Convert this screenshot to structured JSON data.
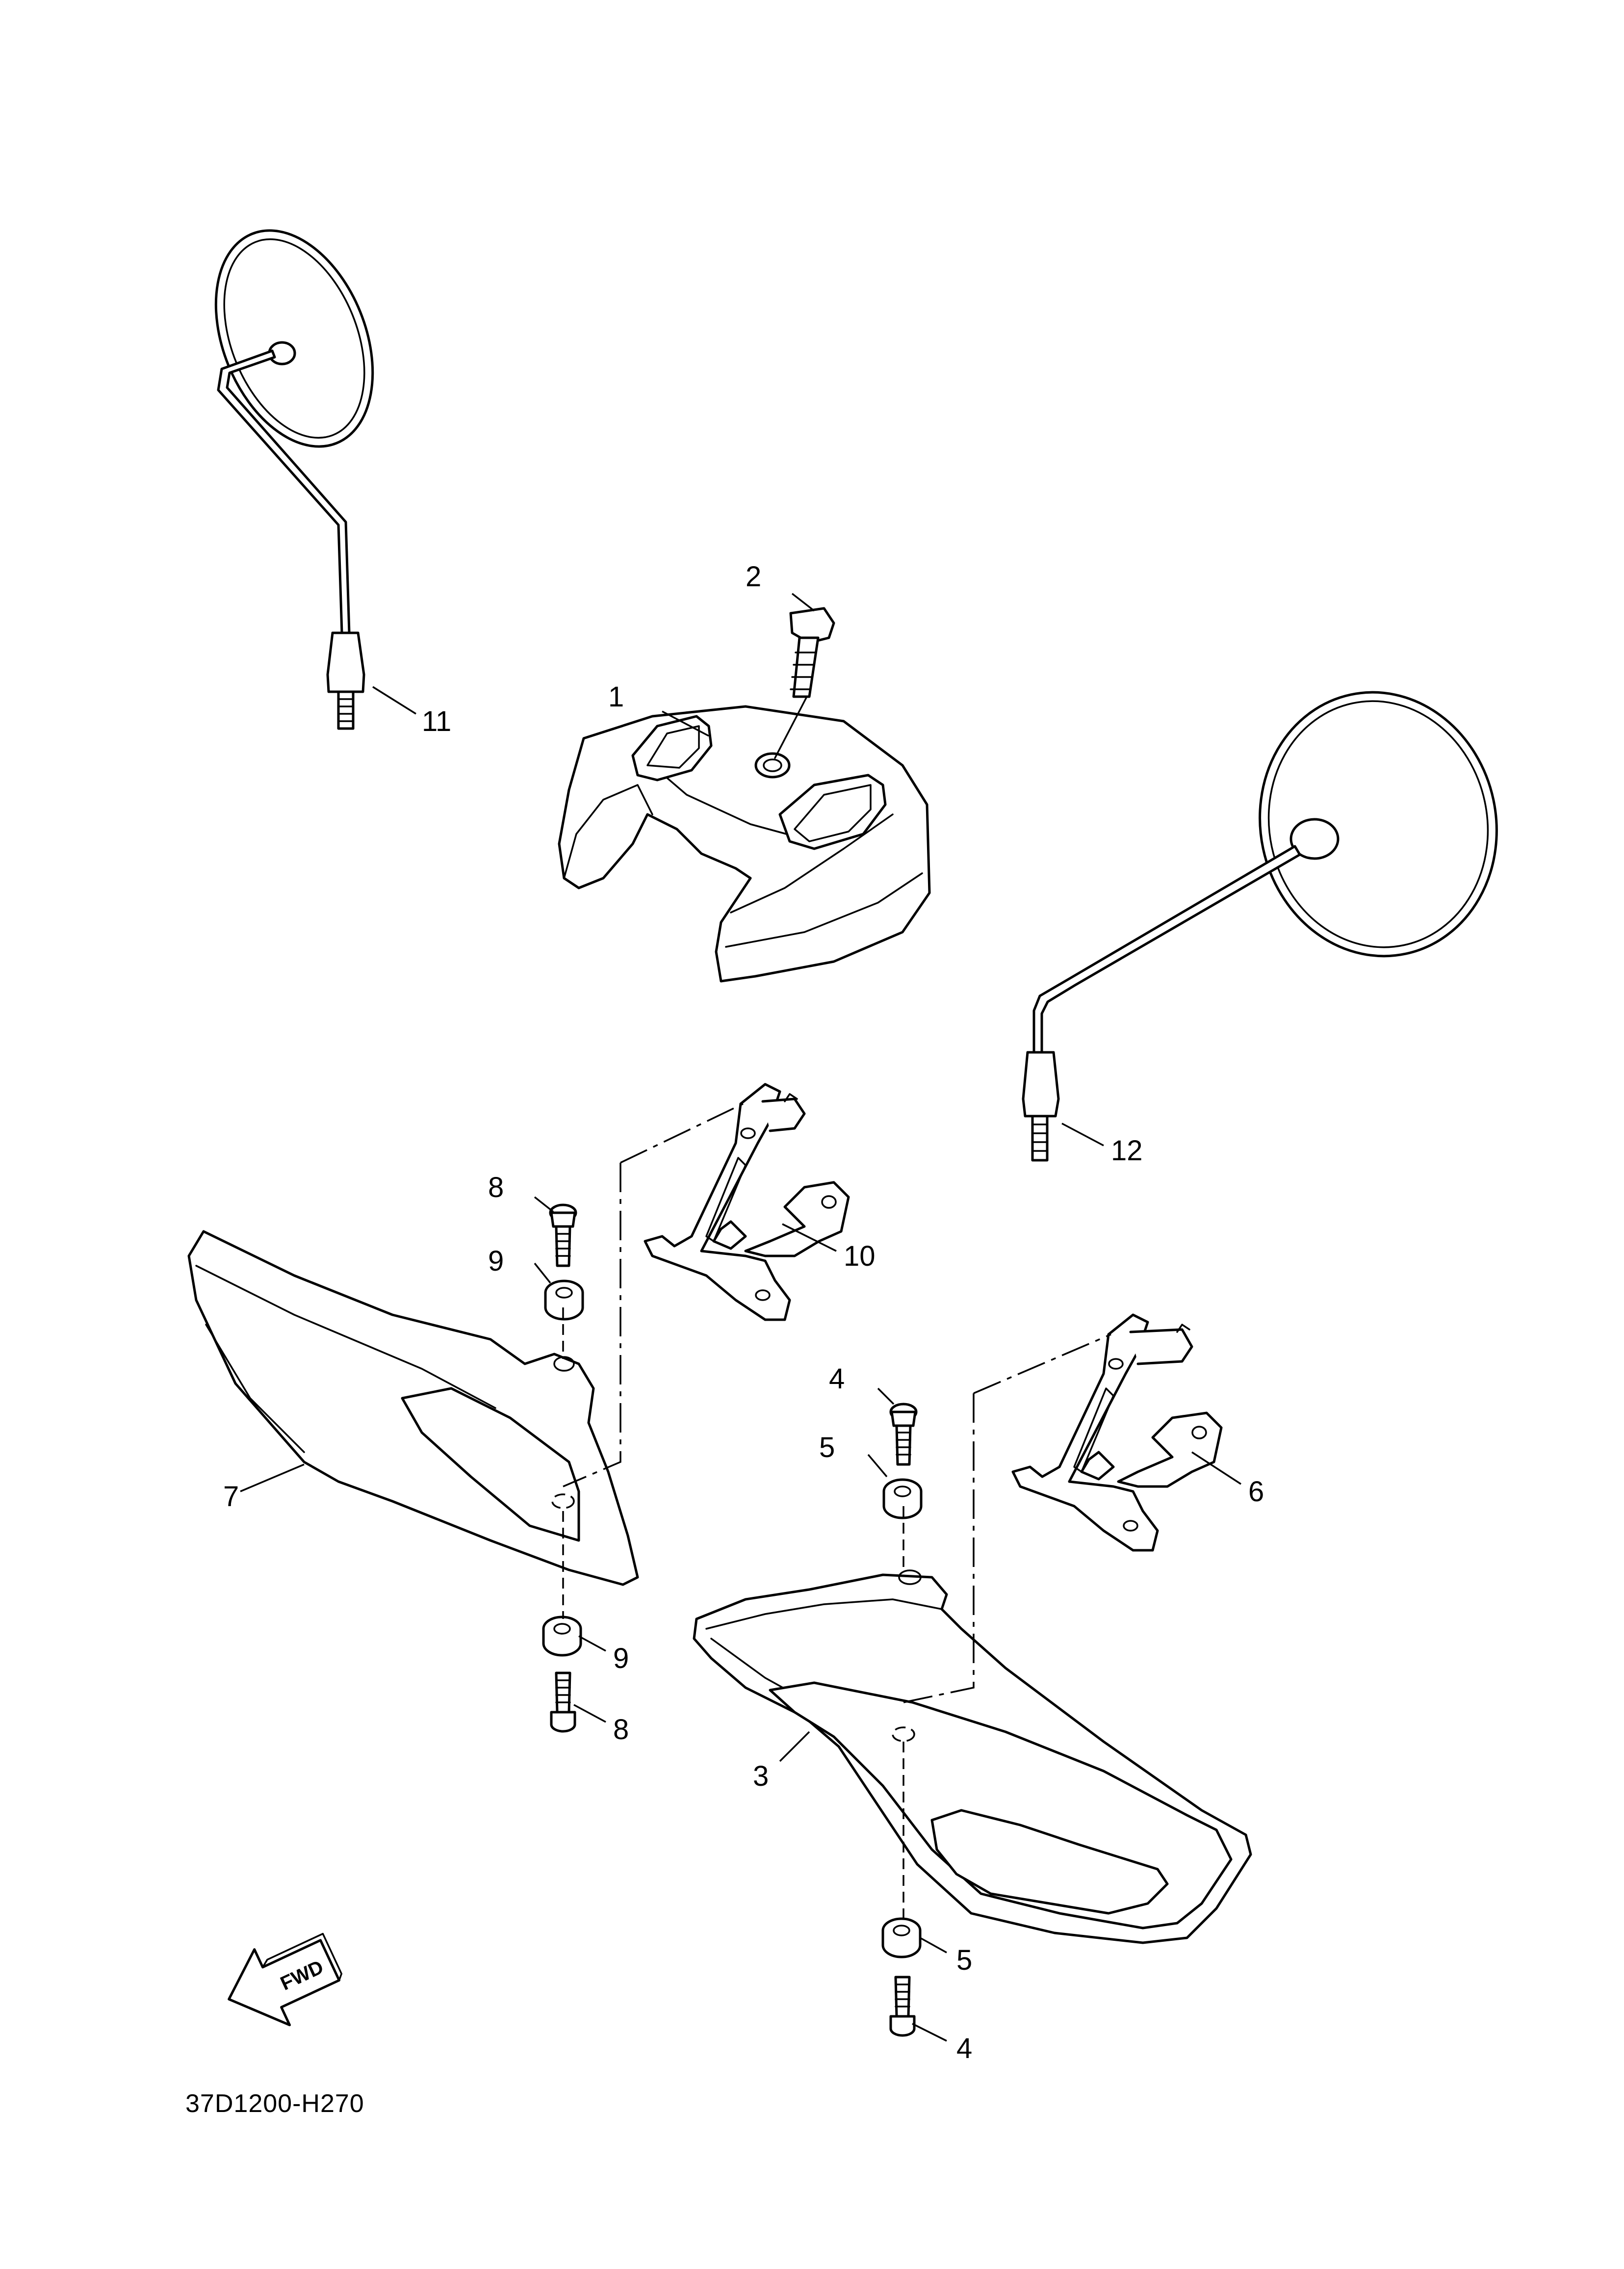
{
  "diagram": {
    "drawing_code": "37D1200-H270",
    "direction_arrow": {
      "label": "FWD",
      "icon": "forward-arrow-icon"
    },
    "callouts": {
      "c1": "1",
      "c2": "2",
      "c3": "3",
      "c4a": "4",
      "c4b": "4",
      "c5a": "5",
      "c5b": "5",
      "c6": "6",
      "c7": "7",
      "c8a": "8",
      "c8b": "8",
      "c9a": "9",
      "c9b": "9",
      "c10": "10",
      "c11": "11",
      "c12": "12"
    }
  }
}
